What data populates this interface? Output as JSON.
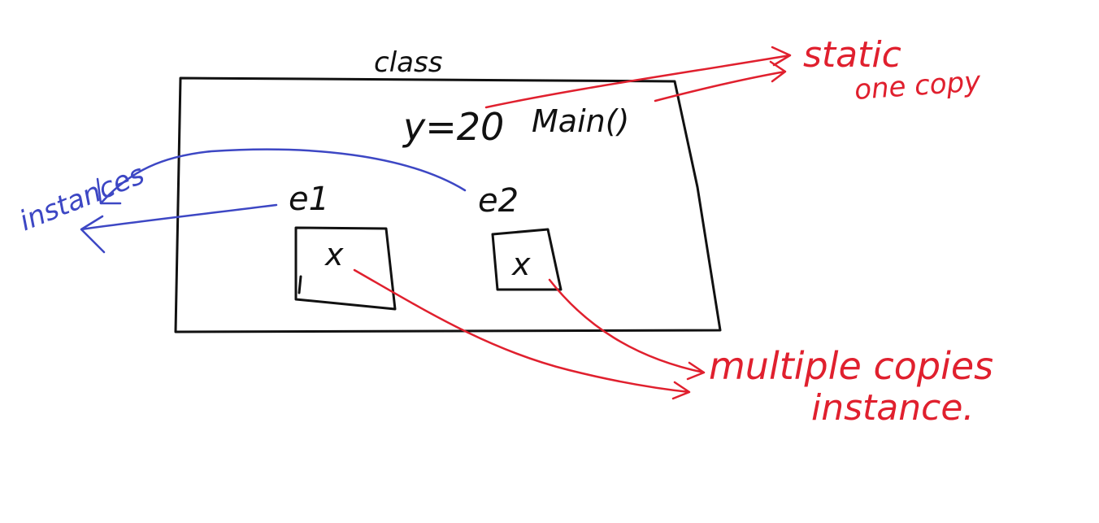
{
  "diagram": {
    "class_label": "class",
    "static_var": "y=20",
    "main_method": "Main()",
    "instance_1": "e1",
    "instance_2": "e2",
    "field_1": "x",
    "field_2": "x",
    "static_note_line1": "static",
    "static_note_line2": "one copy",
    "instances_note": "instances",
    "multiple_note_line1": "multiple copies",
    "multiple_note_line2": "instance."
  },
  "colors": {
    "ink": "#111111",
    "red": "#e0202e",
    "blue": "#3d47c4",
    "background": "#ffffff"
  }
}
